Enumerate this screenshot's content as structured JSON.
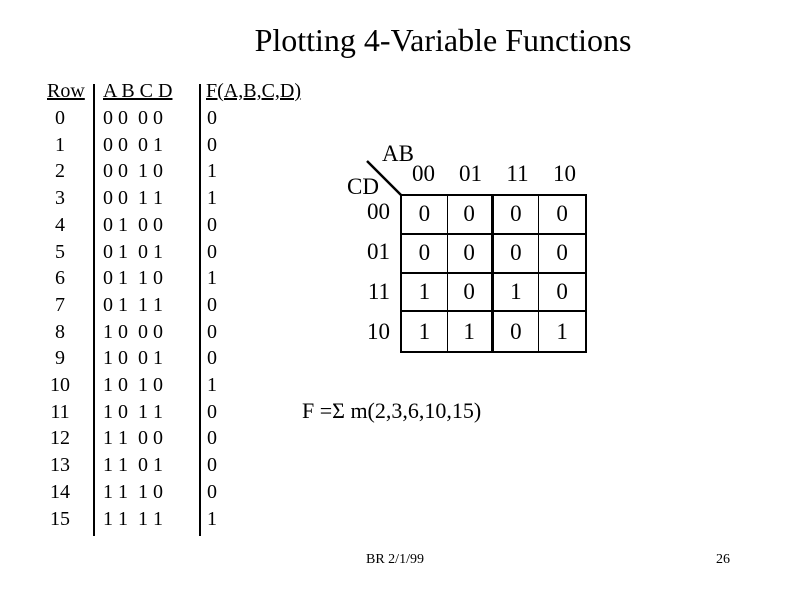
{
  "title": "Plotting 4-Variable Functions",
  "table": {
    "headers": {
      "row": "Row",
      "abcd": "A B C D",
      "f": "F(A,B,C,D)"
    },
    "rows": [
      {
        "row": "0",
        "abcd": "0 0  0 0",
        "f": "0"
      },
      {
        "row": "1",
        "abcd": "0 0  0 1",
        "f": "0"
      },
      {
        "row": "2",
        "abcd": "0 0  1 0",
        "f": "1"
      },
      {
        "row": "3",
        "abcd": "0 0  1 1",
        "f": "1"
      },
      {
        "row": "4",
        "abcd": "0 1  0 0",
        "f": "0"
      },
      {
        "row": "5",
        "abcd": "0 1  0 1",
        "f": "0"
      },
      {
        "row": "6",
        "abcd": "0 1  1 0",
        "f": "1"
      },
      {
        "row": "7",
        "abcd": "0 1  1 1",
        "f": "0"
      },
      {
        "row": "8",
        "abcd": "1 0  0 0",
        "f": "0"
      },
      {
        "row": "9",
        "abcd": "1 0  0 1",
        "f": "0"
      },
      {
        "row": "10",
        "abcd": "1 0  1 0",
        "f": "1"
      },
      {
        "row": "11",
        "abcd": "1 0  1 1",
        "f": "0"
      },
      {
        "row": "12",
        "abcd": "1 1  0 0",
        "f": "0"
      },
      {
        "row": "13",
        "abcd": "1 1  0 1",
        "f": "0"
      },
      {
        "row": "14",
        "abcd": "1 1  1 0",
        "f": "0"
      },
      {
        "row": "15",
        "abcd": "1 1  1 1",
        "f": "1"
      }
    ]
  },
  "kmap": {
    "col_var": "AB",
    "row_var": "CD",
    "col_labels": [
      "00",
      "01",
      "11",
      "10"
    ],
    "row_labels": [
      "00",
      "01",
      "11",
      "10"
    ],
    "cells": [
      [
        "0",
        "0",
        "0",
        "0"
      ],
      [
        "0",
        "0",
        "0",
        "0"
      ],
      [
        "1",
        "0",
        "1",
        "0"
      ],
      [
        "1",
        "1",
        "0",
        "1"
      ]
    ]
  },
  "equation": "F =Σ m(2,3,6,10,15)",
  "footer": "BR 2/1/99",
  "page_number": "26"
}
